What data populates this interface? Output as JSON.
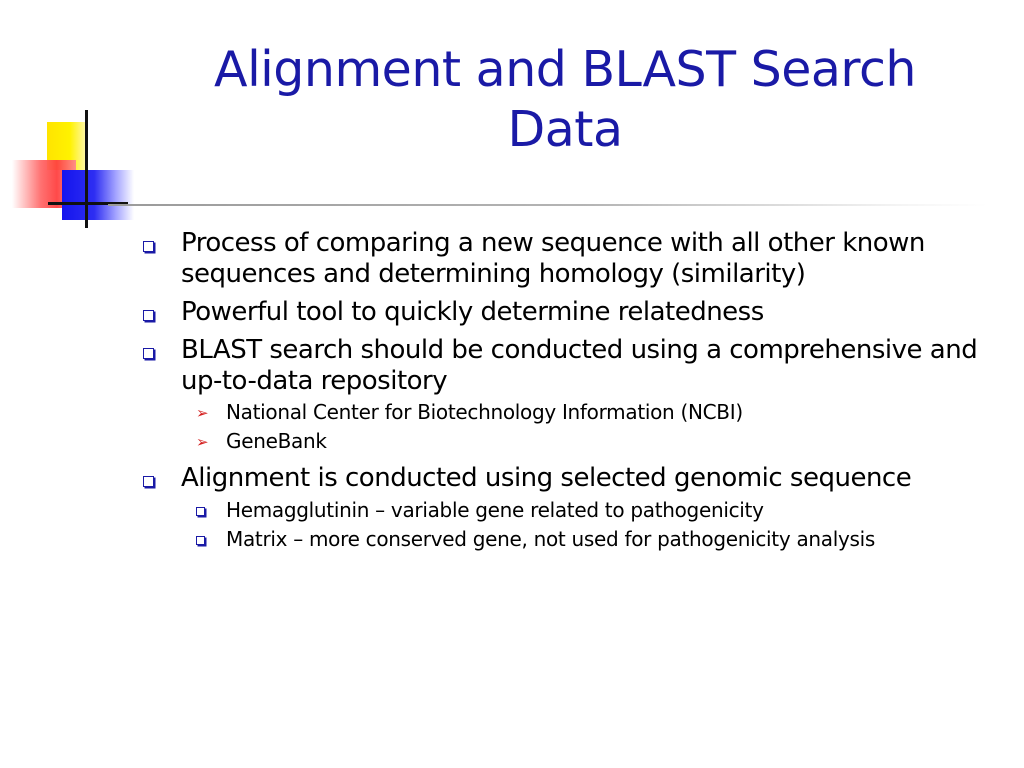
{
  "slide": {
    "title": "Alignment and BLAST Search Data",
    "bullets": [
      {
        "level": 1,
        "marker": "square-bullet-icon",
        "text": "Process of comparing a new sequence with all other known sequences and determining homology (similarity)"
      },
      {
        "level": 1,
        "marker": "square-bullet-icon",
        "text": "Powerful tool to quickly determine relatedness"
      },
      {
        "level": 1,
        "marker": "square-bullet-icon",
        "text": "BLAST search should be conducted using a comprehensive and up-to-data repository"
      },
      {
        "level": 2,
        "marker": "arrow-bullet-icon",
        "text": "National Center for Biotechnology Information (NCBI)"
      },
      {
        "level": 2,
        "marker": "arrow-bullet-icon",
        "text": "GeneBank"
      },
      {
        "level": 1,
        "marker": "square-bullet-icon",
        "text": "Alignment is conducted using selected genomic sequence"
      },
      {
        "level": 2,
        "marker": "square-bullet-icon",
        "text": "Hemagglutinin – variable gene related to pathogenicity"
      },
      {
        "level": 2,
        "marker": "square-bullet-icon",
        "text": "Matrix – more conserved gene, not used for pathogenicity analysis"
      }
    ]
  },
  "colors": {
    "title": "#1a1aa6",
    "bullet_square": "#1a1aa6",
    "bullet_arrow": "#d42020",
    "body_text": "#000000"
  }
}
